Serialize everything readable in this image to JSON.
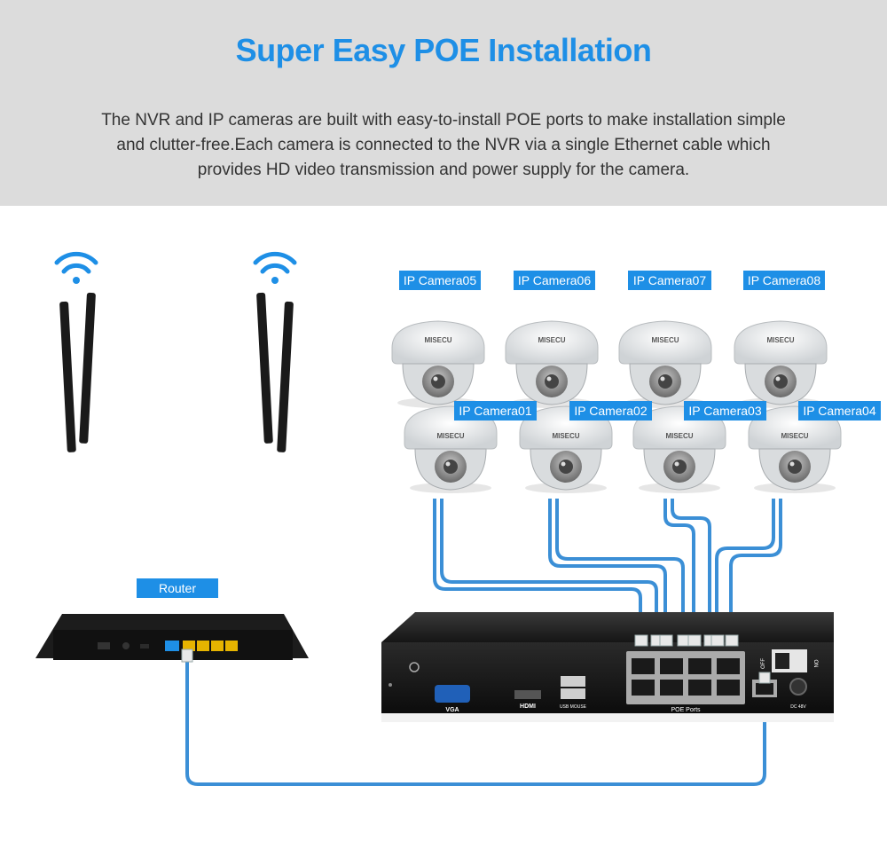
{
  "header": {
    "title": "Super Easy POE Installation",
    "description_lines": [
      "The NVR and IP cameras are built with easy-to-install POE ports to make installation simple",
      "and clutter-free.Each camera is connected to the NVR via a single Ethernet cable which",
      "provides HD video transmission and power supply for the camera."
    ]
  },
  "router": {
    "label": "Router"
  },
  "cameras_back": [
    {
      "label": "IP Camera05"
    },
    {
      "label": "IP Camera06"
    },
    {
      "label": "IP Camera07"
    },
    {
      "label": "IP Camera08"
    }
  ],
  "cameras_front": [
    {
      "label": "IP Camera01"
    },
    {
      "label": "IP Camera02"
    },
    {
      "label": "IP Camera03"
    },
    {
      "label": "IP Camera04"
    }
  ],
  "camera_brand": "MISECU",
  "nvr": {
    "vga_label": "VGA",
    "hdmi_label": "HDMI",
    "usb_label": "USB MOUSE",
    "poe_label": "POE Ports",
    "off_label": "OFF",
    "on_label": "ON",
    "dc_label": "DC 48V"
  },
  "colors": {
    "accent": "#1e8fe6",
    "cable": "#3b8fd6",
    "header_bg": "#dcdcdc"
  }
}
